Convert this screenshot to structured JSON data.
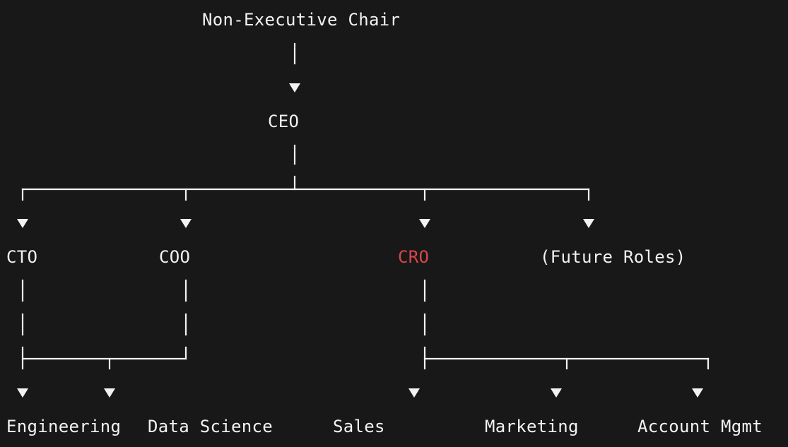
{
  "colors": {
    "background": "#181818",
    "text": "#f2f2f2",
    "lines": "#f2f2f2",
    "highlight": "#d9474b"
  },
  "nodes": {
    "chair": "Non-Executive Chair",
    "ceo": "CEO",
    "cto": "CTO",
    "coo": "COO",
    "cro": "CRO",
    "future_roles": "(Future Roles)",
    "engineering": "Engineering",
    "data_science": "Data Science",
    "sales": "Sales",
    "marketing": "Marketing",
    "account_mgmt": "Account Mgmt"
  },
  "highlighted_node": "cro"
}
